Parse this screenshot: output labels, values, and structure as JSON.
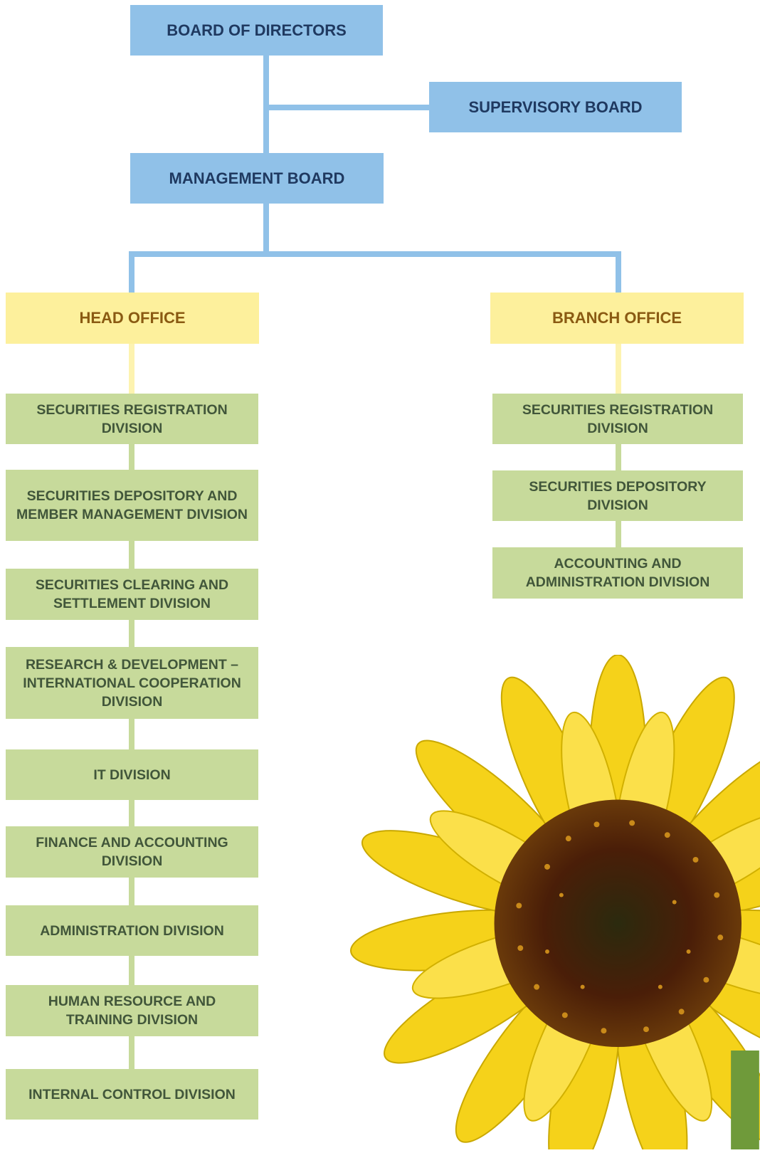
{
  "colors": {
    "board": "#90c1e8",
    "board_text": "#1f3960",
    "office": "#fdf09c",
    "office_text": "#8a5a12",
    "division": "#c7da9b",
    "division_text": "#41563a"
  },
  "board_of_directors": "BOARD OF DIRECTORS",
  "supervisory_board": "SUPERVISORY BOARD",
  "management_board": "MANAGEMENT BOARD",
  "head_office": {
    "label": "HEAD OFFICE",
    "divisions": [
      "SECURITIES REGISTRATION DIVISION",
      "SECURITIES DEPOSITORY AND MEMBER MANAGEMENT DIVISION",
      "SECURITIES CLEARING AND SETTLEMENT DIVISION",
      "RESEARCH & DEVELOPMENT – INTERNATIONAL COOPERATION DIVISION",
      "IT DIVISION",
      "FINANCE AND ACCOUNTING DIVISION",
      "ADMINISTRATION DIVISION",
      "HUMAN RESOURCE AND TRAINING DIVISION",
      "INTERNAL CONTROL DIVISION"
    ]
  },
  "branch_office": {
    "label": "BRANCH OFFICE",
    "divisions": [
      "SECURITIES REGISTRATION DIVISION",
      "SECURITIES DEPOSITORY DIVISION",
      "ACCOUNTING AND ADMINISTRATION DIVISION"
    ]
  },
  "decoration": "sunflower-image"
}
